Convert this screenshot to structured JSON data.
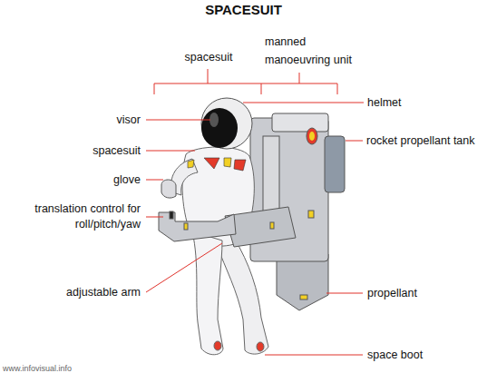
{
  "diagram": {
    "title": "SPACESUIT",
    "labels": [
      "spacesuit",
      "manned manoeuvring unit",
      "helmet",
      "visor",
      "spacesuit",
      "rocket propellant tank",
      "glove",
      "translation control for roll/pitch/yaw",
      "adjustable arm",
      "propellant",
      "space boot",
      "www.infovisual.info"
    ]
  }
}
